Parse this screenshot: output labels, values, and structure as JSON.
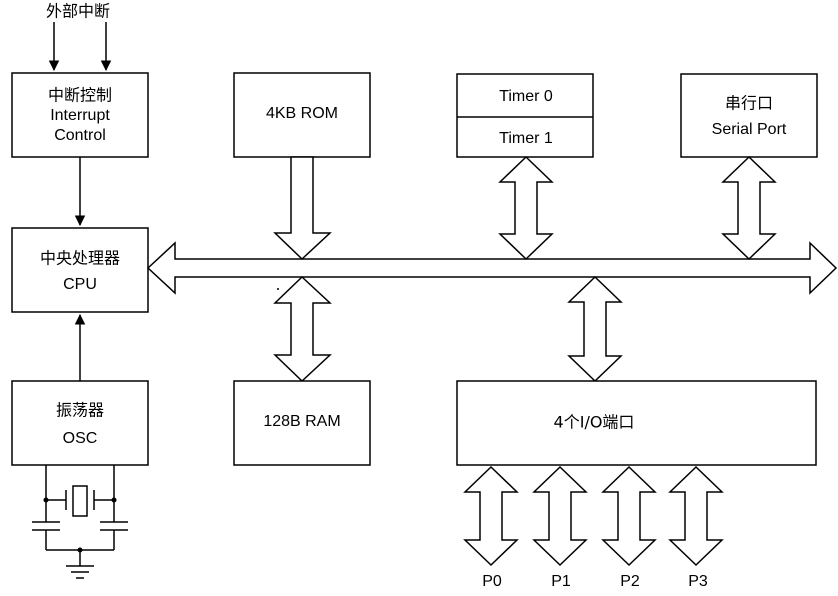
{
  "external_interrupt": "外部中断",
  "interrupt_control": {
    "cn": "中断控制",
    "en1": "Interrupt",
    "en2": "Control"
  },
  "cpu": {
    "cn": "中央处理器",
    "en": "CPU"
  },
  "osc": {
    "cn": "振荡器",
    "en": "OSC"
  },
  "rom": "4KB ROM",
  "ram": "128B RAM",
  "timer0": "Timer 0",
  "timer1": "Timer 1",
  "serial_port": {
    "cn": "串行口",
    "en": "Serial Port"
  },
  "io_ports": "4个I/O端口",
  "ports": [
    "P0",
    "P1",
    "P2",
    "P3"
  ]
}
